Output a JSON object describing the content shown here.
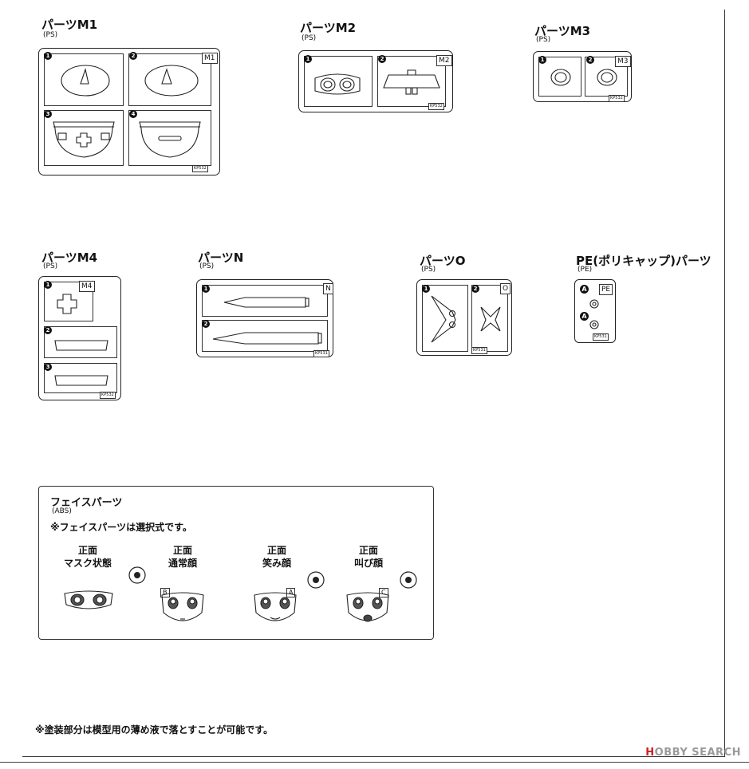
{
  "parts": {
    "m1": {
      "title": "パーツM1",
      "material": "(PS)",
      "tag": "M1",
      "code": "KP532",
      "nums": [
        "1",
        "2",
        "3",
        "4"
      ]
    },
    "m2": {
      "title": "パーツM2",
      "material": "(PS)",
      "tag": "M2",
      "code": "KP532",
      "nums": [
        "1",
        "2"
      ]
    },
    "m3": {
      "title": "パーツM3",
      "material": "(PS)",
      "tag": "M3",
      "code": "KP532",
      "nums": [
        "1",
        "2"
      ]
    },
    "m4": {
      "title": "パーツM4",
      "material": "(PS)",
      "tag": "M4",
      "code": "KP532",
      "nums": [
        "1",
        "2",
        "3"
      ]
    },
    "n": {
      "title": "パーツN",
      "material": "(PS)",
      "tag": "N",
      "code": "KP531",
      "nums": [
        "1",
        "2"
      ]
    },
    "o": {
      "title": "パーツO",
      "material": "(PS)",
      "tag": "O",
      "code": "KP531",
      "nums": [
        "1",
        "2"
      ]
    },
    "pe": {
      "title": "PE(ポリキャップ)パーツ",
      "material": "(PE)",
      "tag": "PE",
      "code": "KP531",
      "nums": [
        "A",
        "A"
      ]
    }
  },
  "face": {
    "title": "フェイスパーツ",
    "material": "(ABS)",
    "note": "※フェイスパーツは選択式です。",
    "options": [
      {
        "line1": "正面",
        "line2": "マスク状態",
        "letter": ""
      },
      {
        "line1": "正面",
        "line2": "通常顔",
        "letter": "B"
      },
      {
        "line1": "正面",
        "line2": "笑み顔",
        "letter": "A"
      },
      {
        "line1": "正面",
        "line2": "叫び顔",
        "letter": "C"
      }
    ]
  },
  "footer_note": "※塗装部分は模型用の薄め液で落とすことが可能です。",
  "watermark": {
    "brand_h": "H",
    "brand_rest": "OBBY SEARCH"
  }
}
